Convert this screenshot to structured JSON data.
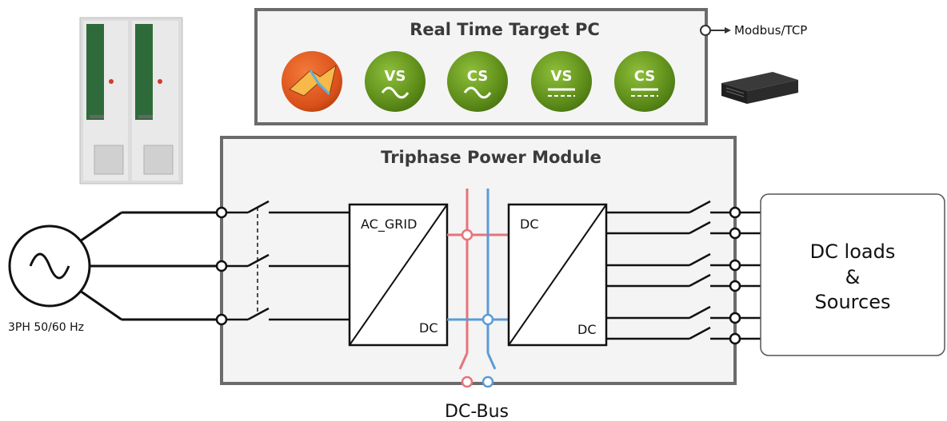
{
  "rt_pc": {
    "title": "Real Time Target PC"
  },
  "modbus": {
    "label": "Modbus/TCP"
  },
  "power_module": {
    "title": "Triphase Power Module"
  },
  "grid_source": {
    "label": "3PH 50/60 Hz"
  },
  "converter_ac": {
    "top_label": "AC_GRID",
    "bottom_label": "DC"
  },
  "converter_dc": {
    "top_label": "DC",
    "bottom_label": "DC"
  },
  "dc_bus": {
    "label": "DC-Bus"
  },
  "loads": {
    "line1": "DC loads",
    "line2": "&",
    "line3": "Sources"
  },
  "icons": {
    "vs_ac": "VS",
    "cs_ac": "CS",
    "vs_dc": "VS",
    "cs_dc": "CS"
  },
  "colors": {
    "frame_border": "#6b6b6b",
    "frame_fill": "#f4f4f4",
    "icon_green": "#5f8f1a",
    "matlab_orange": "#e05a1e",
    "dc_bus_red": "#e8727a",
    "dc_bus_blue": "#5b9bd5"
  }
}
